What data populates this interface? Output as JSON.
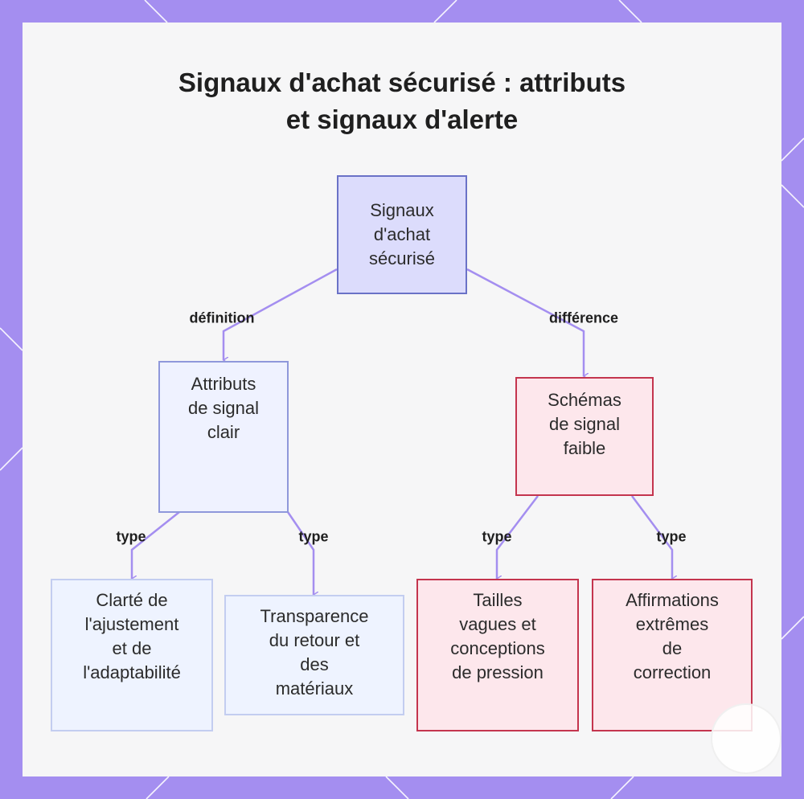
{
  "title_line1": "Signaux d'achat sécurisé : attributs",
  "title_line2": "et signaux d'alerte",
  "nodes": {
    "root": [
      "Signaux",
      "d'achat",
      "sécurisé"
    ],
    "clear_attributes": [
      "Attributs",
      "de signal",
      "clair"
    ],
    "weak_patterns": [
      "Schémas",
      "de signal",
      "faible"
    ],
    "fit_clarity": [
      "Clarté de",
      "l'ajustement",
      "et de",
      "l'adaptabilité"
    ],
    "return_transparency": [
      "Transparence",
      "du retour et",
      "des",
      "matériaux"
    ],
    "vague_sizes": [
      "Tailles",
      "vagues et",
      "conceptions",
      "de pression"
    ],
    "extreme_claims": [
      "Affirmations",
      "extrêmes",
      "de",
      "correction"
    ]
  },
  "edge_labels": {
    "definition": "définition",
    "difference": "différence",
    "type": "type"
  },
  "colors": {
    "frame": "#a48ef0",
    "edge": "#a48ef0",
    "root_fill": "#dcdcfc",
    "blue_border": "#8f98db",
    "red_border": "#c4354e",
    "red_fill": "#fde7ec"
  }
}
